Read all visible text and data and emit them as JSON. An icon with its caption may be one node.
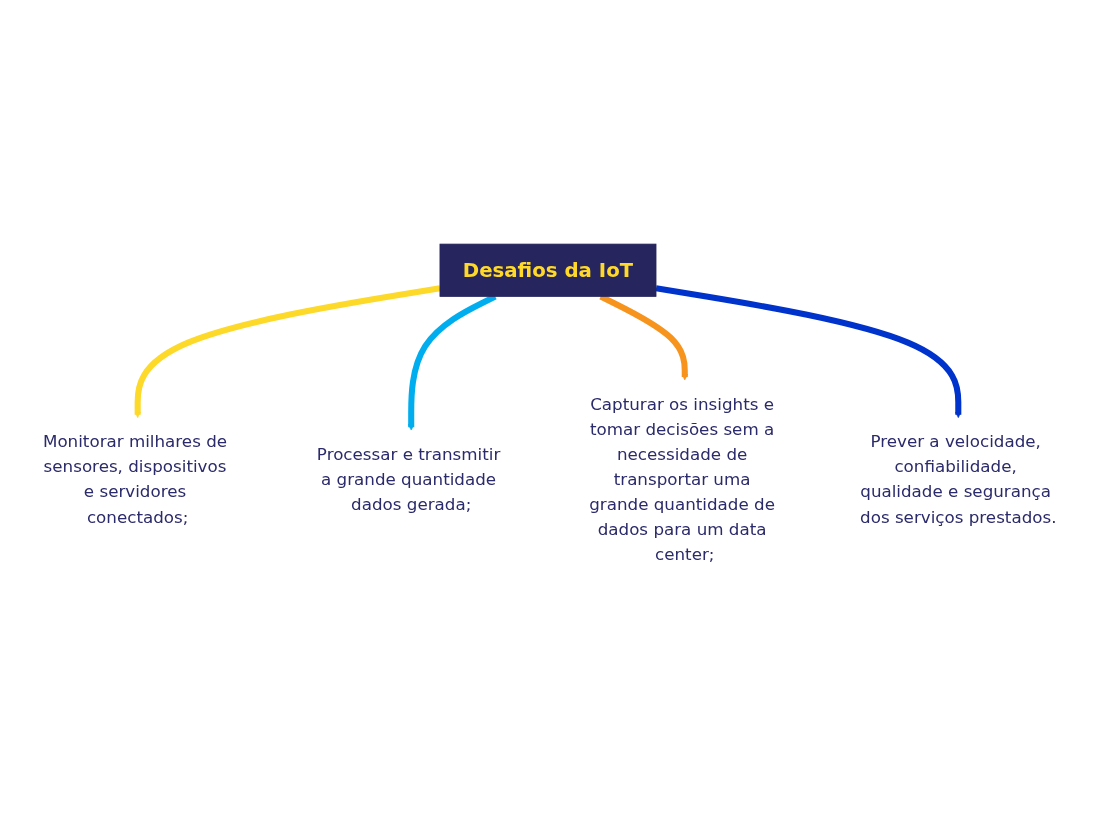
{
  "diagram": {
    "nodes": [
      {
        "text": [
          "Desafios da IoT"
        ]
      },
      {
        "text": [
          "Prever a velocidade, confiabilidade, qualidade e segurança dos serviços prestados."
        ]
      },
      {
        "text": [
          "Monitorar milhares de sensores, dispositivos e servidores conectados;"
        ]
      },
      {
        "text": [
          "Processar e transmitir a grande quantidade dados gerada;"
        ]
      },
      {
        "text": [
          "Capturar os insights e tomar decisões sem a necessidade de transportar uma grande quantidade de dados para um data center;"
        ]
      }
    ],
    "edges": [
      {
        "from": 0,
        "to": 2,
        "arrow": "to",
        "color": "#fdd92a"
      },
      {
        "from": 0,
        "to": 3,
        "arrow": "to",
        "color": "#00aeef"
      },
      {
        "from": 0,
        "to": 4,
        "arrow": "to",
        "color": "#f7941d"
      },
      {
        "from": 0,
        "to": 1,
        "arrow": "to",
        "color": "#0033cc"
      }
    ]
  }
}
